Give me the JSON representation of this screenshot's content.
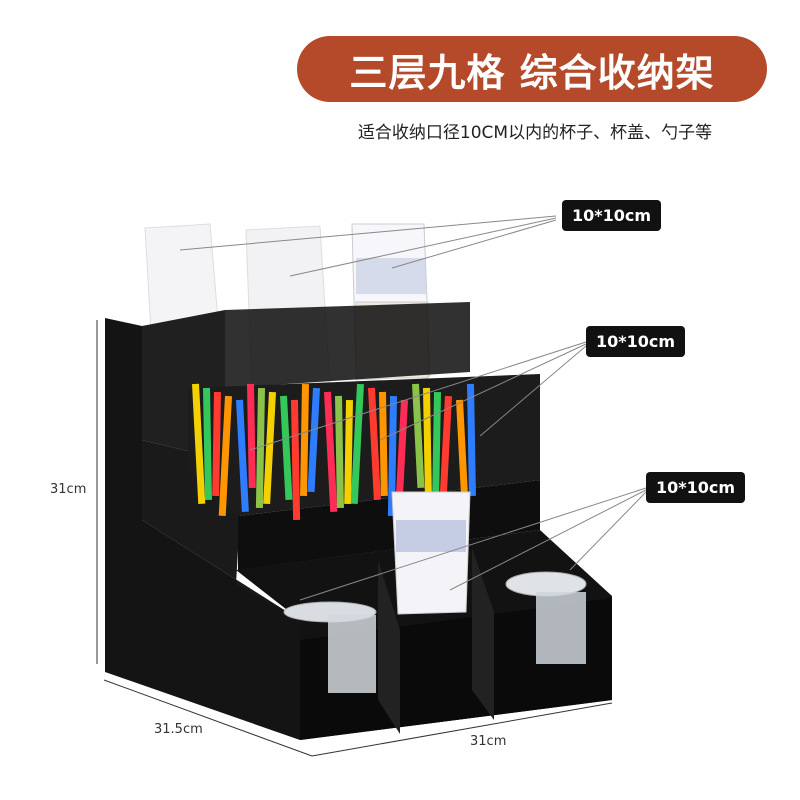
{
  "header": {
    "title": "三层九格 综合收纳架",
    "subtitle": "适合收纳口径10CM以内的杯子、杯盖、勺子等"
  },
  "callouts": [
    {
      "label": "10*10cm"
    },
    {
      "label": "10*10cm"
    },
    {
      "label": "10*10cm"
    }
  ],
  "dimensions": {
    "height": "31cm",
    "depth": "31.5cm",
    "width": "31cm"
  },
  "colors": {
    "banner": "#b54a2a",
    "organizer": "#0d0d0d",
    "tag": "#111111"
  },
  "straw_colors": [
    "#f4d000",
    "#34c759",
    "#ff3b30",
    "#ff9500",
    "#2e7dff",
    "#ff2d55",
    "#8bc34a"
  ]
}
